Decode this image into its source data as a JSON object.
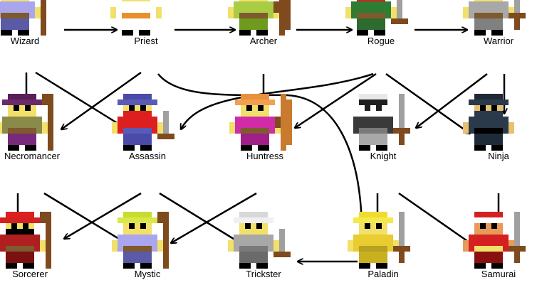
{
  "diagram": {
    "background": "#ffffff",
    "edge_color": "#000000",
    "nodes": [
      {
        "id": "wizard",
        "label": "Wizard",
        "item": "staff",
        "c": {
          "hair": "#9b9be8",
          "hat": "#7777dd",
          "skin": "#f2e06a",
          "eye": "#000000",
          "body": "#a9a6ee",
          "belt": "#7f5a2e",
          "legs": "#5b5aa6",
          "item": "#7f4a1e"
        }
      },
      {
        "id": "priest",
        "label": "Priest",
        "item": "none",
        "c": {
          "hair": "#f0e06a",
          "hat": "#a8a8a8",
          "skin": "#f2e06a",
          "eye": "#000000",
          "body": "#ffffff",
          "belt": "#e8902c",
          "legs": "#ffffff",
          "item": "#7f4a1e"
        }
      },
      {
        "id": "archer",
        "label": "Archer",
        "item": "bow",
        "c": {
          "hair": "#a8cc44",
          "hat": "#8fbf2f",
          "skin": "#f2e06a",
          "eye": "#000000",
          "body": "#a8cc44",
          "belt": "#7f5a2e",
          "legs": "#6e9a1e",
          "item": "#7f4a1e"
        }
      },
      {
        "id": "rogue",
        "label": "Rogue",
        "item": "dagger",
        "c": {
          "hair": "#8c7a3a",
          "hat": "#a89a4a",
          "skin": "#f2e06a",
          "eye": "#000000",
          "body": "#2e7d32",
          "belt": "#7f5a2e",
          "legs": "#2e6b2e",
          "item": "#a0a0a0",
          "mask": "#d42020"
        }
      },
      {
        "id": "warrior",
        "label": "Warrior",
        "item": "sword",
        "c": {
          "hair": "#a0a0a0",
          "hat": "#8a8a8a",
          "skin": "#f2e06a",
          "eye": "#000000",
          "body": "#a8a8a8",
          "belt": "#7f5a2e",
          "legs": "#808080",
          "item": "#a0a0a0"
        }
      },
      {
        "id": "necromancer",
        "label": "Necromancer",
        "item": "staff",
        "c": {
          "hair": "#6a2a6a",
          "hat": "#5a1f5a",
          "skin": "#f2e06a",
          "eye": "#000000",
          "body": "#8a8a4a",
          "belt": "#7f5a2e",
          "legs": "#7a2a7a",
          "item": "#7f4a1e"
        }
      },
      {
        "id": "assassin",
        "label": "Assassin",
        "item": "dagger",
        "c": {
          "hair": "#5a5ab8",
          "hat": "#4a4aa8",
          "skin": "#f2e06a",
          "eye": "#000000",
          "body": "#dd1f1f",
          "belt": "#5a5ab8",
          "legs": "#4a4aa8",
          "item": "#a0a0a0",
          "mask": "#dd1f1f"
        }
      },
      {
        "id": "huntress",
        "label": "Huntress",
        "item": "bow",
        "c": {
          "hair": "#f0a050",
          "hat": "#e8903c",
          "skin": "#f2e06a",
          "eye": "#000000",
          "body": "#d02ca8",
          "belt": "#7f5a2e",
          "legs": "#a01f88",
          "item": "#c87a2e"
        }
      },
      {
        "id": "knight",
        "label": "Knight",
        "item": "sword",
        "c": {
          "hair": "#ffffff",
          "hat": "#e8e8e8",
          "skin": "#ffffff",
          "eye": "#202020",
          "body": "#3a3a3a",
          "belt": "#7a7a7a",
          "legs": "#a8a8a8",
          "item": "#a0a0a0",
          "visor": "#202020"
        }
      },
      {
        "id": "ninja",
        "label": "Ninja",
        "item": "none",
        "c": {
          "hair": "#2a3a4a",
          "hat": "#1f2a38",
          "skin": "#e8c070",
          "eye": "#000000",
          "body": "#2a3a4a",
          "belt": "#000000",
          "legs": "#1f2a38",
          "item": "#1f2a38",
          "mask": "#2a3a4a"
        }
      },
      {
        "id": "sorcerer",
        "label": "Sorcerer",
        "item": "staff",
        "c": {
          "hair": "#d42020",
          "hat": "#dd1f1f",
          "skin": "#f2e06a",
          "eye": "#000000",
          "body": "#b01f1f",
          "belt": "#7f5a2e",
          "legs": "#7a1010",
          "item": "#7f4a1e",
          "mask": "#000000"
        }
      },
      {
        "id": "mystic",
        "label": "Mystic",
        "item": "staff",
        "c": {
          "hair": "#d8e84a",
          "hat": "#c8dc30",
          "skin": "#f2e06a",
          "eye": "#000000",
          "body": "#a9a6ee",
          "belt": "#7f5a2e",
          "legs": "#5b5aa6",
          "item": "#7f4a1e"
        }
      },
      {
        "id": "trickster",
        "label": "Trickster",
        "item": "dagger",
        "c": {
          "hair": "#f0f0f0",
          "hat": "#d8d8d8",
          "skin": "#f2e06a",
          "eye": "#000000",
          "body": "#a8a8a8",
          "belt": "#7a7a7a",
          "legs": "#6a6a6a",
          "item": "#a0a0a0"
        }
      },
      {
        "id": "paladin",
        "label": "Paladin",
        "item": "sword",
        "c": {
          "hair": "#f5e84a",
          "hat": "#f0dc30",
          "skin": "#f2e06a",
          "eye": "#000000",
          "body": "#e8cc30",
          "belt": "#b8a020",
          "legs": "#c8b020",
          "item": "#a0a0a0"
        }
      },
      {
        "id": "samurai",
        "label": "Samurai",
        "item": "sword",
        "c": {
          "hair": "#ffffff",
          "hat": "#d42020",
          "skin": "#e89a5a",
          "eye": "#000000",
          "body": "#d42020",
          "belt": "#f2e06a",
          "legs": "#8a1010",
          "item": "#a0a0a0"
        }
      }
    ],
    "edges": [
      {
        "from": "wizard",
        "to": "priest"
      },
      {
        "from": "priest",
        "to": "archer"
      },
      {
        "from": "archer",
        "to": "rogue"
      },
      {
        "from": "rogue",
        "to": "warrior"
      },
      {
        "from": "wizard",
        "to": "necromancer"
      },
      {
        "from": "wizard",
        "to": "assassin"
      },
      {
        "from": "priest",
        "to": "necromancer"
      },
      {
        "from": "priest",
        "to": "paladin"
      },
      {
        "from": "archer",
        "to": "huntress"
      },
      {
        "from": "rogue",
        "to": "assassin"
      },
      {
        "from": "rogue",
        "to": "huntress"
      },
      {
        "from": "rogue",
        "to": "ninja"
      },
      {
        "from": "warrior",
        "to": "knight"
      },
      {
        "from": "warrior",
        "to": "ninja"
      },
      {
        "from": "necromancer",
        "to": "sorcerer"
      },
      {
        "from": "necromancer",
        "to": "mystic"
      },
      {
        "from": "assassin",
        "to": "sorcerer"
      },
      {
        "from": "assassin",
        "to": "trickster"
      },
      {
        "from": "huntress",
        "to": "mystic"
      },
      {
        "from": "knight",
        "to": "paladin"
      },
      {
        "from": "knight",
        "to": "samurai"
      },
      {
        "from": "ninja",
        "to": "samurai"
      },
      {
        "from": "paladin",
        "to": "trickster"
      }
    ]
  }
}
